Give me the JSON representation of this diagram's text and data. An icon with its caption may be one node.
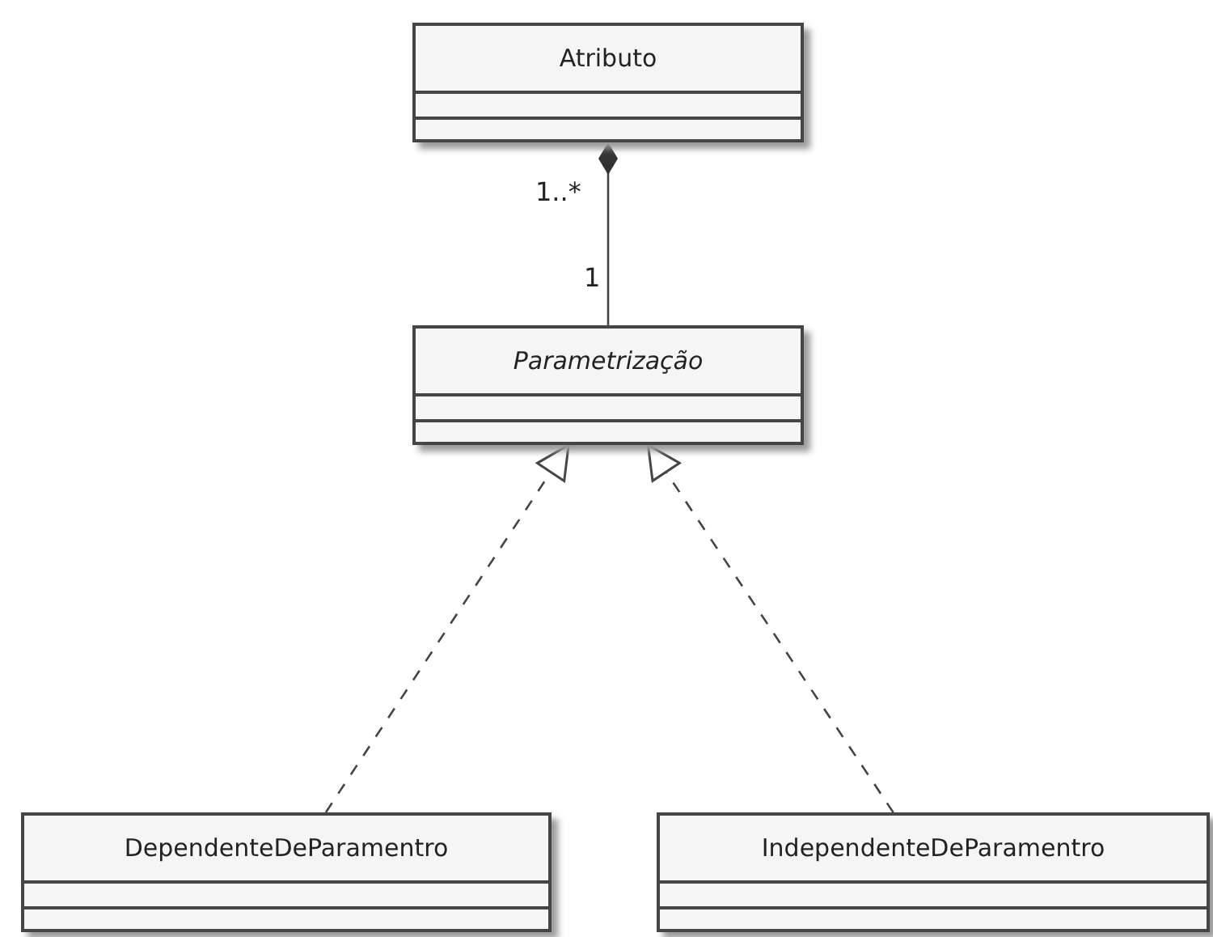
{
  "diagram": {
    "nodes": [
      {
        "text": [
          "Atributo"
        ]
      },
      {
        "text": [
          "Parametrização"
        ]
      },
      {
        "text": [
          "DependenteDeParamentro"
        ]
      },
      {
        "text": [
          "IndependenteDeParamentro"
        ]
      }
    ],
    "edges": [
      {
        "from": 0,
        "to": 1,
        "arrow": "other"
      },
      {
        "from": 2,
        "to": 1,
        "arrow": "to",
        "style": "dashed"
      },
      {
        "from": 3,
        "to": 1,
        "arrow": "to",
        "style": "dashed"
      }
    ],
    "labels": [
      "1..*",
      "1"
    ]
  }
}
